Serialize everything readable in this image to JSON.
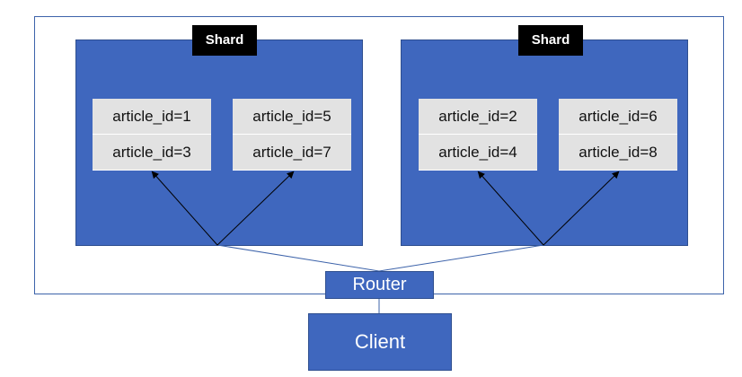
{
  "shards": [
    {
      "label": "Shard",
      "columns": [
        [
          "article_id=1",
          "article_id=3"
        ],
        [
          "article_id=5",
          "article_id=7"
        ]
      ]
    },
    {
      "label": "Shard",
      "columns": [
        [
          "article_id=2",
          "article_id=4"
        ],
        [
          "article_id=6",
          "article_id=8"
        ]
      ]
    }
  ],
  "router": {
    "label": "Router"
  },
  "client": {
    "label": "Client"
  },
  "colors": {
    "shard_fill": "#3f67be",
    "cell_fill": "#e2e2e2",
    "label_fill": "#000000",
    "line": "#3d63aa"
  }
}
